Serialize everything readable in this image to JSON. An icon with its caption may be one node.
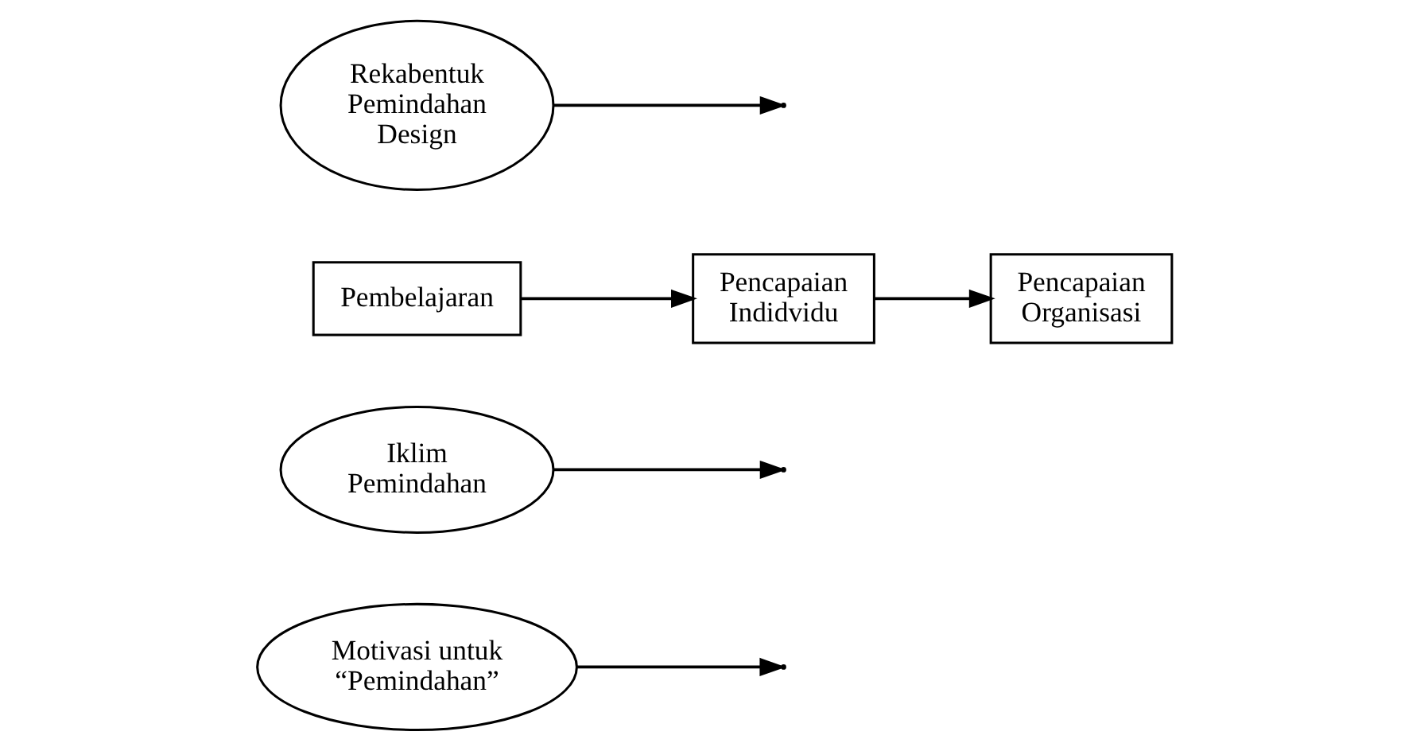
{
  "diagram": {
    "nodes": [
      {
        "text": [
          "Motivasi untuk “Pemindahan”"
        ]
      },
      {
        "text": [
          "Iklim Pemindahan"
        ]
      },
      {
        "text": [
          "Pembelajaran"
        ]
      },
      {
        "text": [
          "Pencapaian Indidvidu"
        ]
      },
      {
        "text": [
          "Pencapaian Organisasi"
        ]
      },
      {
        "text": [
          "Rekabentuk Pemindahan Design"
        ]
      }
    ],
    "edges": [
      {
        "from": 2,
        "to": 3,
        "arrow": "to"
      },
      {
        "from": 3,
        "to": 4,
        "arrow": "to"
      },
      {
        "from": 0,
        "to": null,
        "arrow": "to"
      },
      {
        "from": 1,
        "to": null,
        "arrow": "to"
      },
      {
        "from": 5,
        "to": null,
        "arrow": "to"
      }
    ]
  }
}
